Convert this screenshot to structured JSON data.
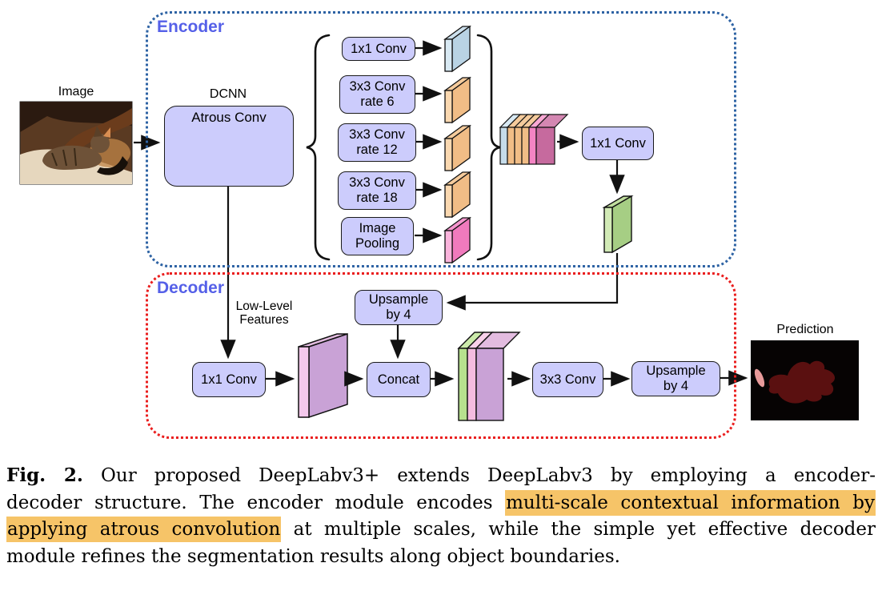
{
  "figure": {
    "encoder": {
      "label": "Encoder",
      "image_label": "Image",
      "dcnn_label": "DCNN",
      "atrous_conv_label": "Atrous Conv",
      "aspp_boxes": [
        {
          "label": "1x1 Conv"
        },
        {
          "label": "3x3 Conv\nrate 6"
        },
        {
          "label": "3x3 Conv\nrate 12"
        },
        {
          "label": "3x3 Conv\nrate 18"
        },
        {
          "label": "Image\nPooling"
        }
      ],
      "output_conv_label": "1x1 Conv"
    },
    "decoder": {
      "label": "Decoder",
      "low_level_features_label": "Low-Level\nFeatures",
      "conv_1x1_label": "1x1 Conv",
      "upsample_mid_label": "Upsample\nby 4",
      "concat_label": "Concat",
      "conv_3x3_label": "3x3 Conv",
      "upsample_out_label": "Upsample\nby 4",
      "prediction_label": "Prediction"
    },
    "colors": {
      "box_fill": "#CCCCFC",
      "encoder_border": "#2E63A4",
      "decoder_border": "#EA1E1E",
      "section_label": "#5560E8",
      "feature_blue": "#B9D3E4",
      "feature_orange": "#F1BD86",
      "feature_pink": "#F07ABD",
      "feature_green": "#A6CE84",
      "feature_purple": "#C9A2D6",
      "concat_face": "#C66A9E"
    }
  },
  "caption": {
    "fig_label": "Fig. 2.",
    "line1": "Our proposed DeepLabv3+ extends DeepLabv3 by employing a encoder-",
    "line2_pre": "decoder structure. The encoder module encodes ",
    "line2_highlight": "multi-scale contextual information by",
    "line3_highlight": "applying atrous convolution",
    "line3_post": " at multiple scales, while the simple yet effective decoder",
    "line4": "module refines the segmentation results along object boundaries.",
    "highlight_color": "#F6C468"
  }
}
